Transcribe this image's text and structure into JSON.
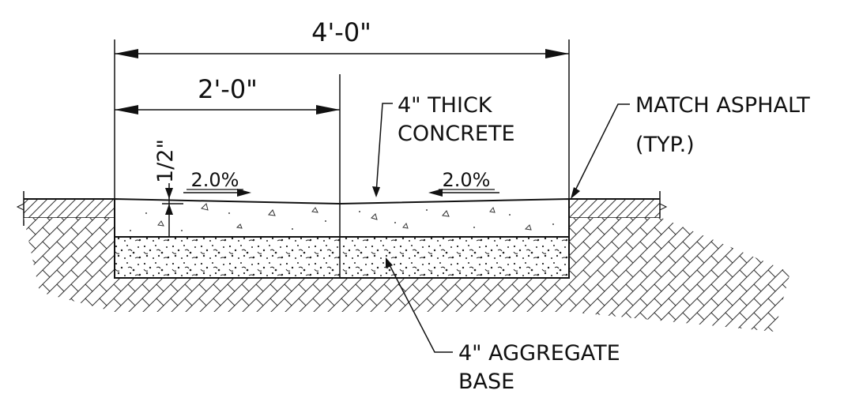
{
  "dimensions": {
    "overall_width": "4'-0\"",
    "half_width": "2'-0\"",
    "crown_drop": "1/2\""
  },
  "slopes": {
    "left": "2.0%",
    "right": "2.0%"
  },
  "callouts": {
    "concrete_line1": "4\" THICK",
    "concrete_line2": "CONCRETE",
    "asphalt_line1": "MATCH ASPHALT",
    "asphalt_line2": "(TYP.)",
    "base_line1": "4\" AGGREGATE",
    "base_line2": "BASE"
  },
  "colors": {
    "line": "#111111",
    "background": "#ffffff"
  }
}
